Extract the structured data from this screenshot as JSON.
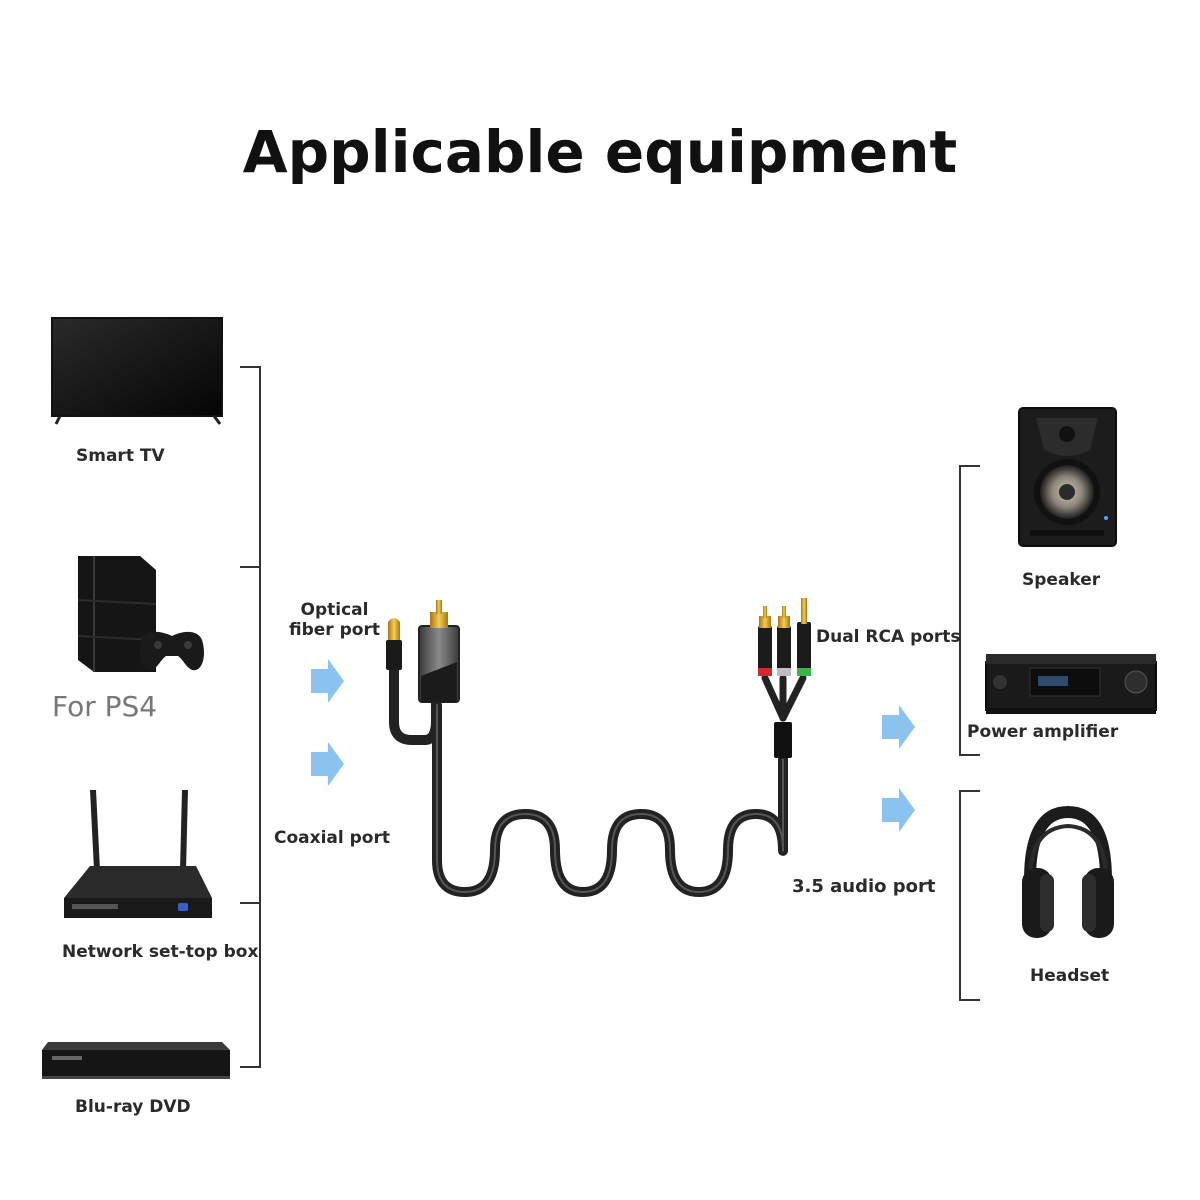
{
  "title": "Applicable equipment",
  "left_devices": [
    {
      "label": "Smart TV",
      "icon": "tv-icon"
    },
    {
      "label": "For PS4",
      "icon": "game-console-icon"
    },
    {
      "label": "Network set-top box",
      "icon": "router-icon"
    },
    {
      "label": "Blu-ray DVD",
      "icon": "bluray-player-icon"
    }
  ],
  "ports_left": {
    "optical": "Optical\nfiber port",
    "coaxial": "Coaxial port"
  },
  "ports_right": {
    "rca": "Dual RCA ports",
    "audio35": "3.5 audio port"
  },
  "right_devices": [
    {
      "label": "Speaker",
      "icon": "speaker-icon"
    },
    {
      "label": "Power amplifier",
      "icon": "amplifier-icon"
    },
    {
      "label": "Headset",
      "icon": "headphones-icon"
    }
  ],
  "colors": {
    "arrow": "#8cc3ee",
    "cable": "#222222",
    "rca_red": "#d9262c",
    "rca_green": "#3bb54a",
    "gold": "#d8a321"
  }
}
